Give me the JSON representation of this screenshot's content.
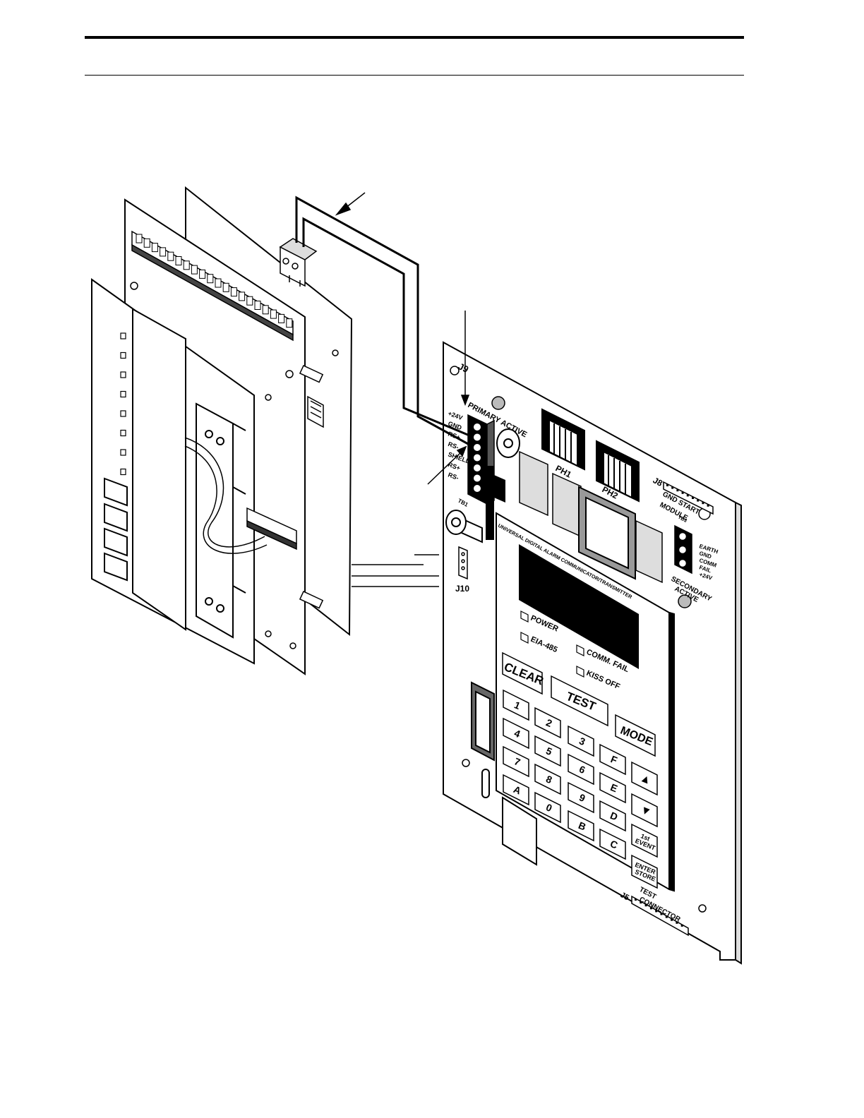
{
  "connectors": {
    "j9": "J9",
    "j10": "J10",
    "j8": "J8",
    "j5": "J5",
    "tb1": "TB1",
    "tb3": "TB3"
  },
  "tb1_terminals": [
    "+24V",
    "GND",
    "RS+",
    "RS-",
    "SHIELD",
    "RS+",
    "RS-"
  ],
  "tb3_terminals": [
    "EARTH GND",
    "COMM FAIL",
    "+24V"
  ],
  "labels": {
    "primary_active": "PRIMARY ACTIVE",
    "ph1": "PH1",
    "ph2": "PH2",
    "gnd_start": "GND START",
    "module": "MODULE",
    "secondary": "SECONDARY",
    "active": "ACTIVE",
    "test_connector_1": "TEST",
    "test_connector_2": "CONNECTOR"
  },
  "panel": {
    "title": "UNIVERSAL DIGITAL ALARM COMMUNICATOR/TRANSMITTER",
    "leds": [
      "POWER",
      "EIA-485",
      "COMM. FAIL",
      "KISS OFF"
    ]
  },
  "keypad": {
    "clear": "CLEAR",
    "test": "TEST",
    "mode": "MODE",
    "up": "▲",
    "down": "▼",
    "first_event_1": "1st",
    "first_event_2": "EVENT",
    "enter_1": "ENTER",
    "enter_2": "STORE",
    "keys": [
      "1",
      "2",
      "3",
      "4",
      "5",
      "6",
      "7",
      "8",
      "9",
      "A",
      "0",
      "B",
      "F",
      "E",
      "D",
      "C"
    ]
  }
}
